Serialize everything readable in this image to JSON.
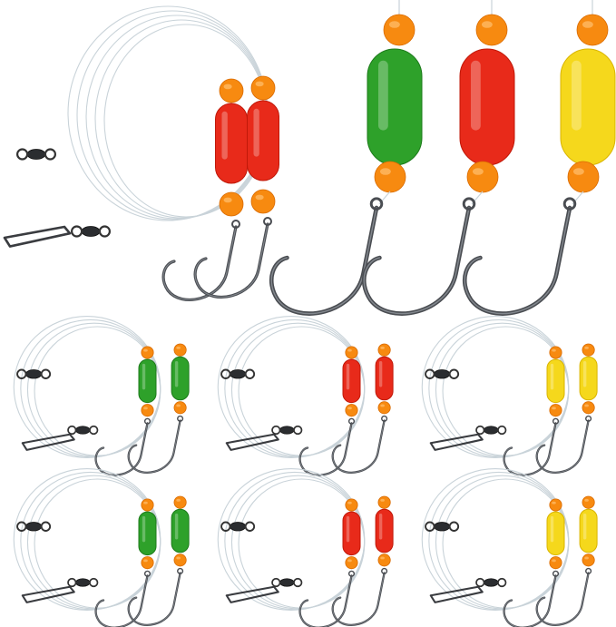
{
  "product": {
    "description_alt": "",
    "large_float_colors": [
      "red",
      "red",
      "green",
      "red",
      "yellow"
    ],
    "rig_colors": [
      "green",
      "red",
      "yellow",
      "green",
      "red",
      "yellow"
    ]
  },
  "colors": {
    "red": "#e82a1a",
    "red_dark": "#c01808",
    "green": "#2ea12a",
    "green_dark": "#1c7a1a",
    "yellow": "#f5d81c",
    "yellow_dark": "#d9b400",
    "orange_bead": "#f78a10",
    "orange_bead_dark": "#d96a00",
    "steel": "#4a4d52",
    "steel_light": "#9aa0a6",
    "line": "#c9d3d9"
  }
}
